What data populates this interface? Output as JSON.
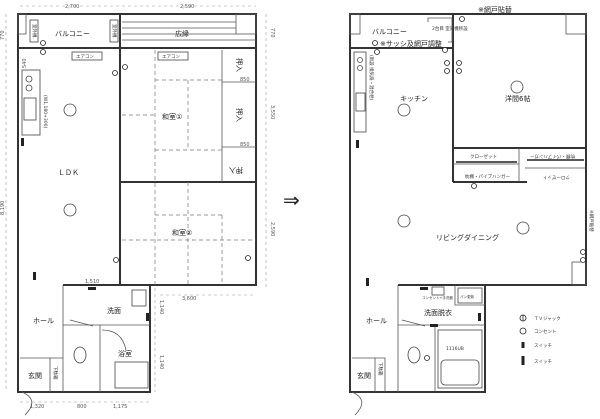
{
  "before": {
    "dims": {
      "top_left": "2,700",
      "top_right": "2,590",
      "left_top": "770",
      "left_mid": "540",
      "left_total": "8,190",
      "right_top": "770",
      "right_mid": "3,550",
      "right_low": "2,590",
      "hall_wall": "1,510",
      "bottom_right": "3,600",
      "wash_h": "1,140",
      "bath_h": "1,140",
      "bottom_1": "1,320",
      "bottom_2": "800",
      "bottom_3": "1,175",
      "closet_1": "850",
      "closet_2": "850"
    },
    "labels": {
      "balcony": "バルコニー",
      "engawa": "広縁",
      "aircon_1": "エアコン",
      "aircon_2": "エアコン",
      "outdoor_unit_1": "室外機",
      "outdoor_unit_2": "室外機",
      "washitsu_1": "和室①",
      "washitsu_2": "和室②",
      "oshiire_1": "押入",
      "oshiire_2": "押入",
      "oshiire_3": "押入",
      "ldk": "ＬＤＫ",
      "kitchen_note": "(W1,180+300)",
      "hall": "ホール",
      "washroom": "洗面",
      "bathroom": "浴室",
      "entrance": "玄関",
      "shoe_box": "下駄箱"
    }
  },
  "arrow": "⇒",
  "after": {
    "labels": {
      "screen_note": "※網戸貼替",
      "balcony": "バルコニー",
      "sash_note": "※サッシ及網戸調整",
      "outdoor_note": "2台目 室外機移設",
      "kitchen": "キッチン",
      "kitchen_note": "(新設 換気扇・混合栓)",
      "youshitsu": "洋間6帖",
      "closet_1": "クローゼット",
      "closet_rail_1": "枕棚・パイプハンガー",
      "closet_2": "クローゼット",
      "closet_rail_2": "枕棚・パイプハンガー",
      "side_note": "※網戸貼替",
      "living": "リビングダイニング",
      "outlet_note": "コンセント+手洗器",
      "pan_note": "パン更新",
      "hall": "ホール",
      "washroom": "洗面脱衣",
      "unit_bath": "1116UB",
      "entrance": "玄関",
      "shoe_box": "下駄箱"
    }
  },
  "legend": [
    {
      "icon": "tv-jack-icon",
      "label": "ＴＶジャック"
    },
    {
      "icon": "outlet-icon",
      "label": "コンセント"
    },
    {
      "icon": "switch-icon",
      "label": "スイッチ"
    },
    {
      "icon": "switch-3way-icon",
      "label": "スイッチ"
    }
  ]
}
